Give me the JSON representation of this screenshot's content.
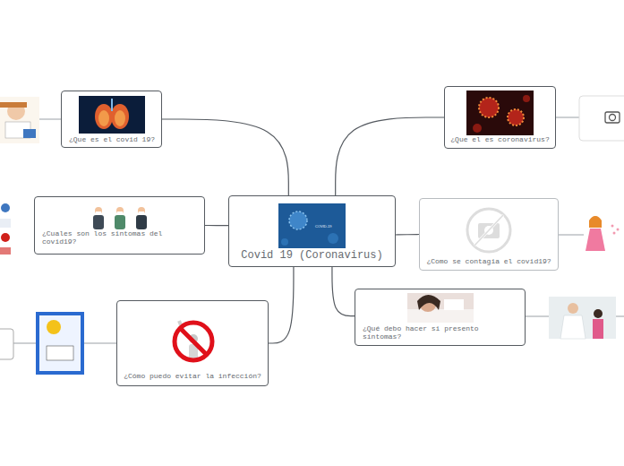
{
  "diagram": {
    "nodes": [
      {
        "text": [
          "Covid 19 (Coronavirus)"
        ]
      },
      {
        "text": [
          "¿Que es el covid 19?"
        ]
      },
      {
        "text": [
          "¿Que el es coronavirus?"
        ]
      },
      {
        "text": [
          "¿Cuales son los sintomas del covid19?"
        ]
      },
      {
        "text": [
          "¿Como se contagia el covid19?"
        ]
      },
      {
        "text": [
          "¿Qué debo hacer si presento síntomas?"
        ]
      },
      {
        "text": [
          "¿Cómo puedo evitar la infección?"
        ]
      }
    ],
    "edges": [
      {
        "from": 0,
        "to": 1,
        "arrow": "none"
      },
      {
        "from": 0,
        "to": 2,
        "arrow": "none"
      },
      {
        "from": 0,
        "to": 3,
        "arrow": "none"
      },
      {
        "from": 0,
        "to": 4,
        "arrow": "none"
      },
      {
        "from": 0,
        "to": 5,
        "arrow": "none"
      },
      {
        "from": 0,
        "to": 6,
        "arrow": "none"
      }
    ],
    "labels": [
      "COVID-19"
    ]
  }
}
